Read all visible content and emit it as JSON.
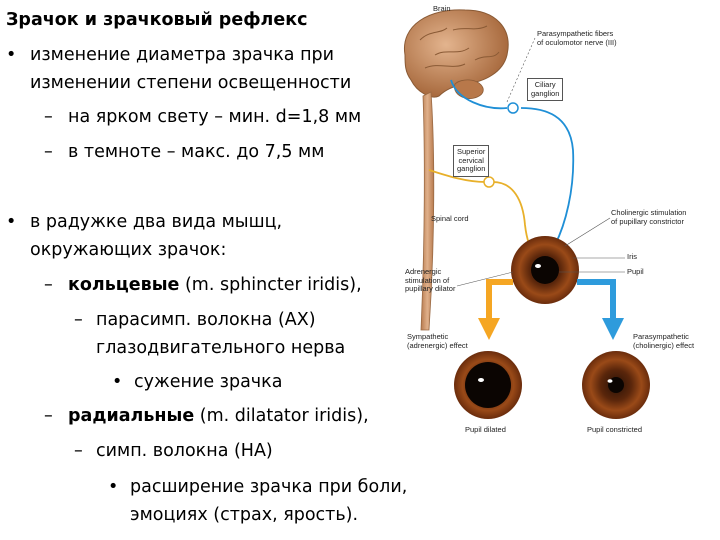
{
  "slide": {
    "title": "Зрачок и зрачковый рефлекс",
    "bullet1_line1": "изменение диаметра зрачка при",
    "bullet1_line2": "изменении степени освещенности",
    "sub1": "на ярком свету – мин. d=1,8 мм",
    "sub2": "в темноте – макс.  до 7,5 мм",
    "bullet2_line1": "в радужке два вида мышц,",
    "bullet2_line2": "окружающих зрачок:",
    "ring_bold": "кольцевые",
    "ring_rest": " (m. sphincter iridis),",
    "ring_sub_line1": "парасимп. волокна  (АХ)",
    "ring_sub_line2": "глазодвигательного нерва",
    "ring_effect": "сужение зрачка",
    "radial_bold": "радиальные",
    "radial_rest": " (m. dilatator iridis),",
    "radial_sub": "симп. волокна (НА)",
    "radial_effect_line1": "расширение зрачка при боли,",
    "radial_effect_line2": "эмоциях (страх, ярость).",
    "bullet_char": "•",
    "dash_char": "–"
  },
  "diagram": {
    "brain": "Brain",
    "parasympathetic_fibers": "Parasympathetic fibers\nof oculomotor nerve (III)",
    "ciliary_ganglion": "Ciliary\nganglion",
    "superior_cervical_ganglion": "Superior\ncervical\nganglion",
    "spinal_cord": "Spinal cord",
    "cholinergic_stimulation": "Cholinergic stimulation\nof pupillary constrictor",
    "iris": "Iris",
    "pupil": "Pupil",
    "adrenergic_stimulation": "Adrenergic\nstimulation of\npupillary dilator",
    "sympathetic_effect": "Sympathetic\n(adrenergic) effect",
    "parasympathetic_effect": "Parasympathetic\n(cholinergic) effect",
    "pupil_dilated": "Pupil dilated",
    "pupil_constricted": "Pupil constricted",
    "colors": {
      "sympathetic_arrow": "#f5a623",
      "parasympathetic_arrow": "#2e9bdc",
      "nerve_blue": "#1f8fd6",
      "nerve_yellow": "#e8b02a",
      "iris_brown": "#7a3a12",
      "brain": "#c98a5c"
    }
  }
}
